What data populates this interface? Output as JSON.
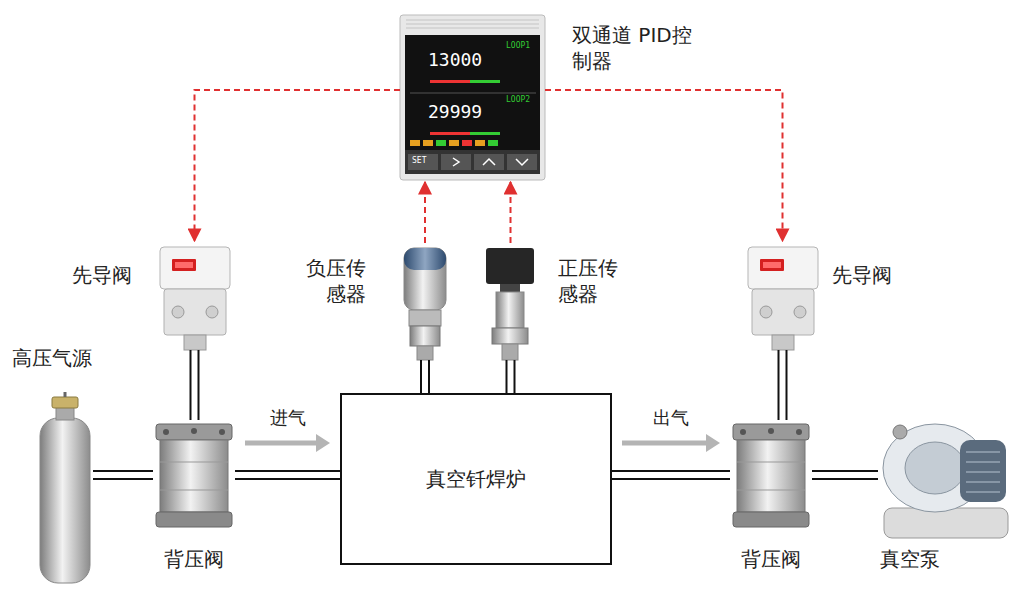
{
  "diagram": {
    "nodes": [
      {
        "text": [
          "双通道 PID控制器"
        ]
      },
      {
        "text": [
          "先导阀"
        ]
      },
      {
        "text": [
          "负压传感器"
        ]
      },
      {
        "text": [
          "正压传感器"
        ]
      },
      {
        "text": [
          "先导阀"
        ]
      },
      {
        "text": [
          "高压气源"
        ]
      },
      {
        "text": [
          "背压阀"
        ]
      },
      {
        "text": [
          "真空钎焊炉"
        ]
      },
      {
        "text": [
          "背压阀"
        ]
      },
      {
        "text": [
          "真空泵"
        ]
      }
    ],
    "edges": [
      {
        "from": 0,
        "to": 1,
        "arrow": "to"
      },
      {
        "from": 2,
        "to": 0,
        "arrow": "to"
      },
      {
        "from": 3,
        "to": 0,
        "arrow": "to"
      },
      {
        "from": 0,
        "to": 4,
        "arrow": "to"
      },
      {
        "from": 1,
        "to": 6,
        "arrow": "none"
      },
      {
        "from": 2,
        "to": 7,
        "arrow": "none"
      },
      {
        "from": 3,
        "to": 7,
        "arrow": "none"
      },
      {
        "from": 4,
        "to": 8,
        "arrow": "none"
      },
      {
        "from": 5,
        "to": 6,
        "arrow": "none"
      },
      {
        "from": 6,
        "to": 7,
        "label": "进气",
        "arrow": "to"
      },
      {
        "from": 7,
        "to": 8,
        "label": "出气",
        "arrow": "to"
      },
      {
        "from": 8,
        "to": 9,
        "arrow": "none"
      }
    ],
    "labels": [
      "13000",
      "29999",
      "LOOP1",
      "LOOP2",
      "SET"
    ]
  }
}
